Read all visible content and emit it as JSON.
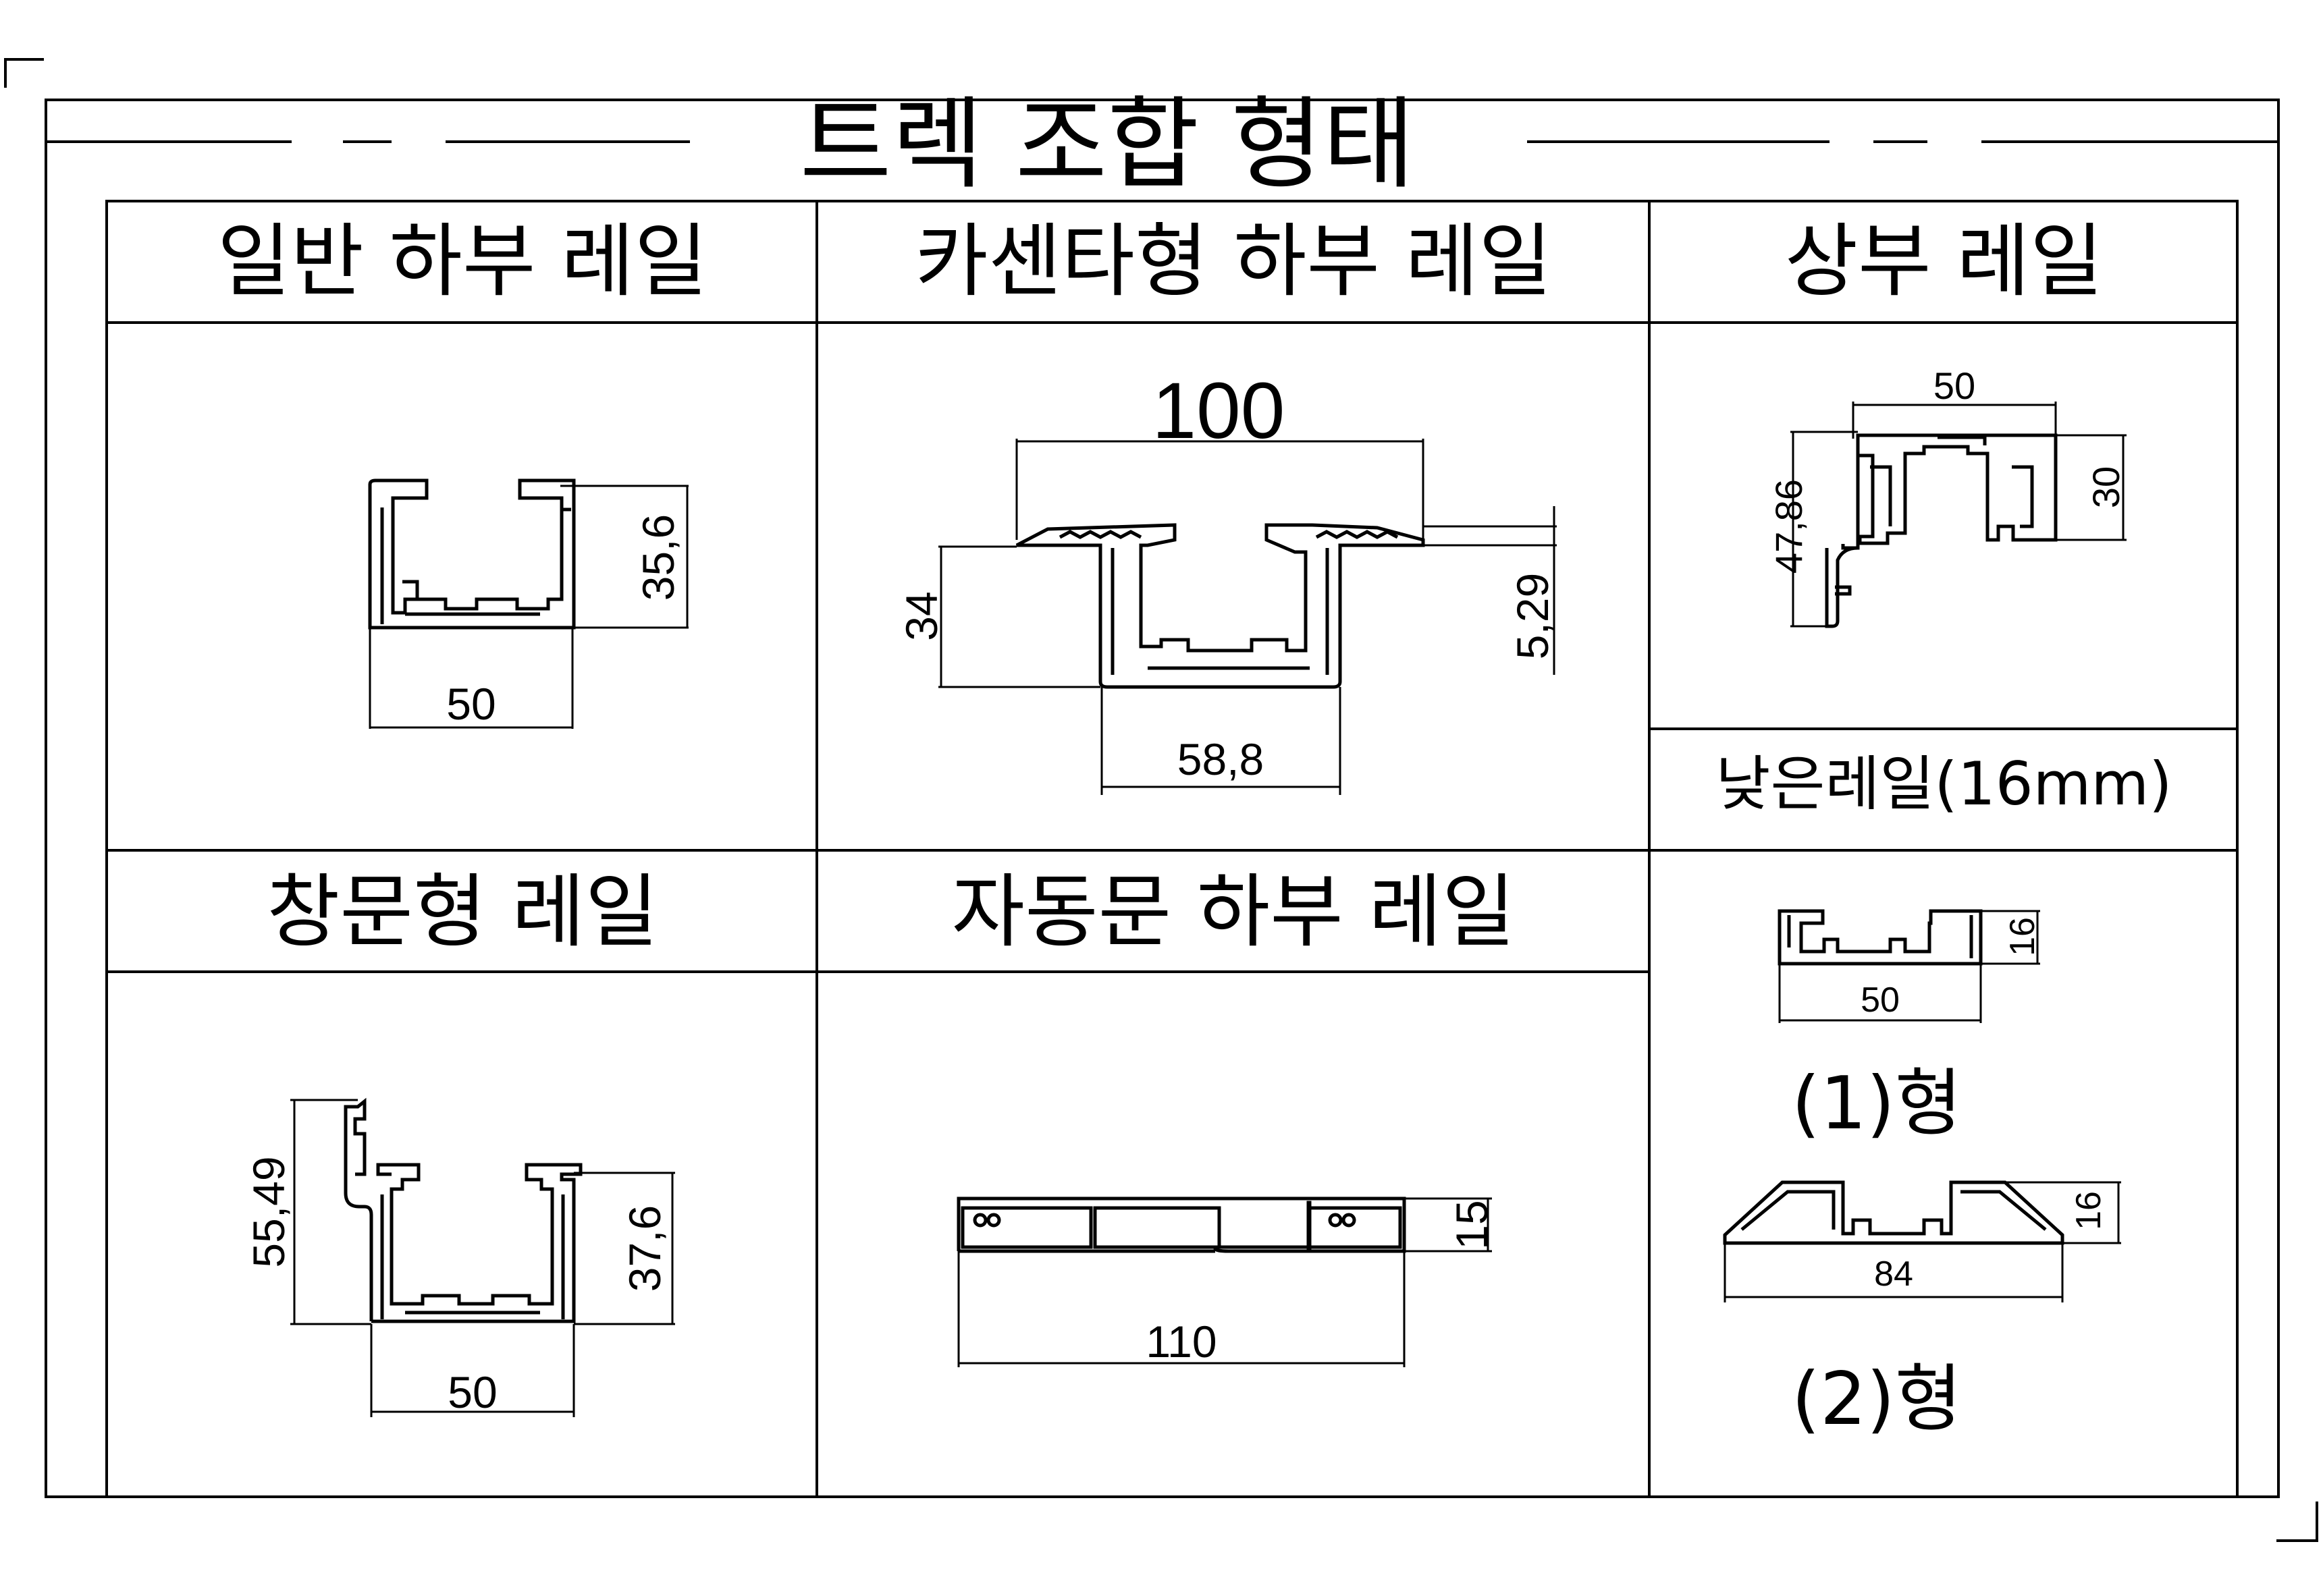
{
  "title": "트렉 조합 형태",
  "sections": {
    "general_lower_rail": {
      "header": "일반 하부 레일",
      "dims": {
        "height": "35,6",
        "width": "50"
      }
    },
    "casenta_lower_rail": {
      "header": "카센타형 하부 레일",
      "dims": {
        "top": "100",
        "left": "34",
        "right": "5,29",
        "bottom": "58,8"
      }
    },
    "upper_rail": {
      "header": "상부 레일",
      "dims": {
        "width": "50",
        "left": "47,86",
        "right": "30"
      }
    },
    "low_rail": {
      "header": "낮은레일(16mm)",
      "type1": {
        "label": "(1)형",
        "height": "16",
        "width": "50"
      },
      "type2": {
        "label": "(2)형",
        "height": "16",
        "width": "84"
      }
    },
    "window_rail": {
      "header": "창문형 레일",
      "dims": {
        "left": "55,49",
        "right": "37,6",
        "width": "50"
      }
    },
    "auto_door_lower_rail": {
      "header": "자동문 하부 레일",
      "dims": {
        "height": "15",
        "width": "110"
      }
    }
  }
}
